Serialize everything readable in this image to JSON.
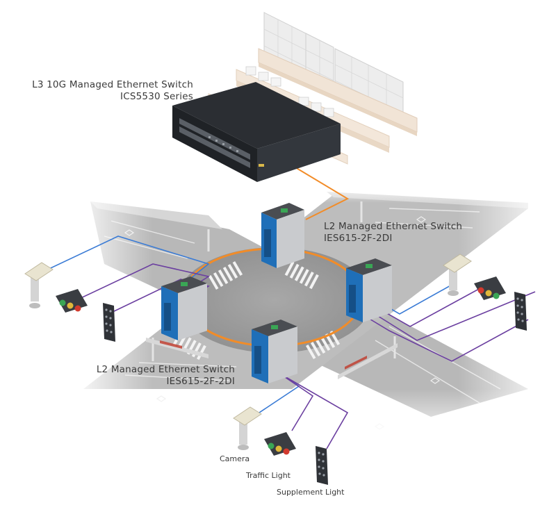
{
  "labels": {
    "core_switch": {
      "name": "L3 10G Managed Ethernet Switch",
      "model": "ICS5530 Series"
    },
    "edge_switch_right": {
      "name": "L2 Managed Ethernet Switch",
      "model": "IES615-2F-2DI"
    },
    "edge_switch_left": {
      "name": "L2 Managed Ethernet Switch",
      "model": "IES615-2F-2DI"
    },
    "devices": {
      "camera": "Camera",
      "traffic_light": "Traffic Light",
      "supplement_light": "Supplement Light"
    }
  },
  "colors": {
    "fiber_ring": "#f28c28",
    "uplink": "#f28c28",
    "camera_link": "#3a7bd5",
    "traffic_link": "#6b3fa0",
    "road": "#b4b4b4",
    "intersection": "#9a9a9a"
  },
  "icons": [
    "camera-icon",
    "traffic-light-icon",
    "supplement-light-icon",
    "switch-icon",
    "control-room-icon"
  ]
}
